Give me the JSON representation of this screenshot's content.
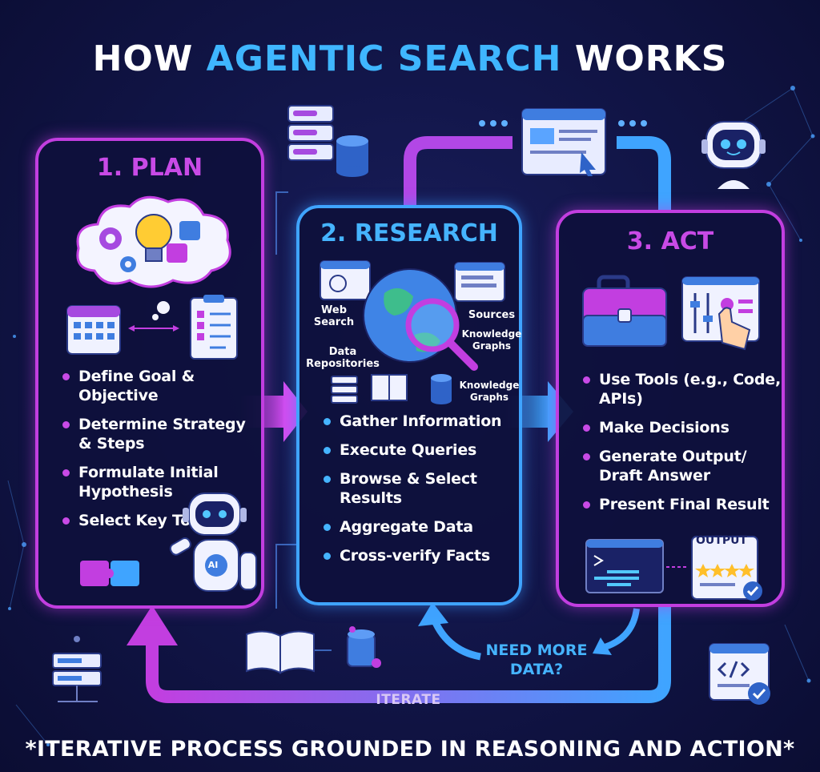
{
  "title": {
    "prefix": "HOW ",
    "accent": "AGENTIC SEARCH",
    "suffix": " WORKS"
  },
  "colors": {
    "accent_blue": "#3fb6ff",
    "accent_magenta": "#c84ae6",
    "background": "#12164a"
  },
  "plan": {
    "title": "1. PLAN",
    "steps": [
      "Define Goal & Objective",
      "Determine Strategy & Steps",
      "Formulate Initial Hypothesis",
      "Select Key Tools"
    ],
    "icons": [
      "thought-cloud-icon",
      "gear-icon",
      "lightbulb-icon",
      "puzzle-icon",
      "calendar-icon",
      "checklist-icon",
      "robot-thinking-icon"
    ],
    "robot_badge": "AI"
  },
  "research": {
    "title": "2. RESEARCH",
    "labels": {
      "web_search": "Web Search",
      "sources": "Sources",
      "knowledge_graphs_top": "Knowledge Graphs",
      "data_repositories": "Data Repositories",
      "knowledge_graphs_bottom": "Knowledge Graphs"
    },
    "steps": [
      "Gather Information",
      "Execute Queries",
      "Browse & Select Results",
      "Aggregate Data",
      "Cross-verify Facts"
    ],
    "icons": [
      "globe-icon",
      "magnifier-icon",
      "browser-icon",
      "book-icon",
      "database-icon"
    ]
  },
  "act": {
    "title": "3. ACT",
    "steps": [
      "Use Tools (e.g., Code, APIs)",
      "Make Decisions",
      "Generate Output/ Draft Answer",
      "Present Final Result"
    ],
    "icons": [
      "toolbox-icon",
      "control-panel-icon",
      "terminal-icon",
      "output-card-icon"
    ],
    "output_label": "OUTPUT"
  },
  "loop": {
    "need_more": "NEED MORE DATA?",
    "iterate": "ITERATE"
  },
  "footer": "*ITERATIVE PROCESS GROUNDED IN REASONING AND ACTION*"
}
